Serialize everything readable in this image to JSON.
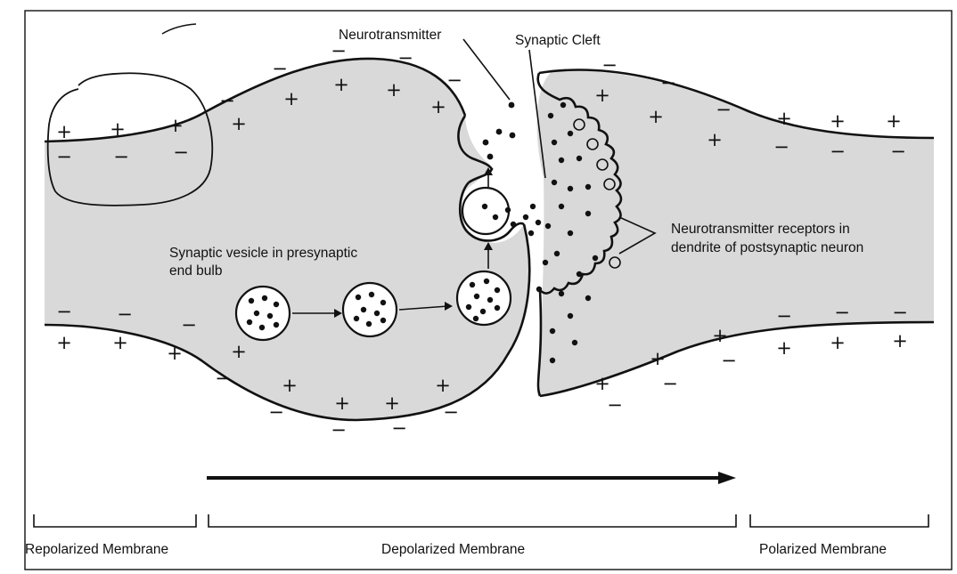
{
  "labels": {
    "neurotransmitter": "Neurotransmitter",
    "synaptic_cleft": "Synaptic Cleft",
    "receptors_line1": "Neurotransmitter receptors in",
    "receptors_line2": "dendrite of postsynaptic neuron",
    "vesicle_line1": "Synaptic vesicle in presynaptic",
    "vesicle_line2": "end bulb",
    "repolarized": "Repolarized Membrane",
    "depolarized": "Depolarized Membrane",
    "polarized": "Polarized Membrane"
  },
  "charges": {
    "plus": "+",
    "minus": "−"
  },
  "colors": {
    "cytoplasm": "#d9d9d9",
    "line": "#111111",
    "background": "#ffffff"
  },
  "annotation": "hand-drawn circle around the repolarized membrane charges"
}
